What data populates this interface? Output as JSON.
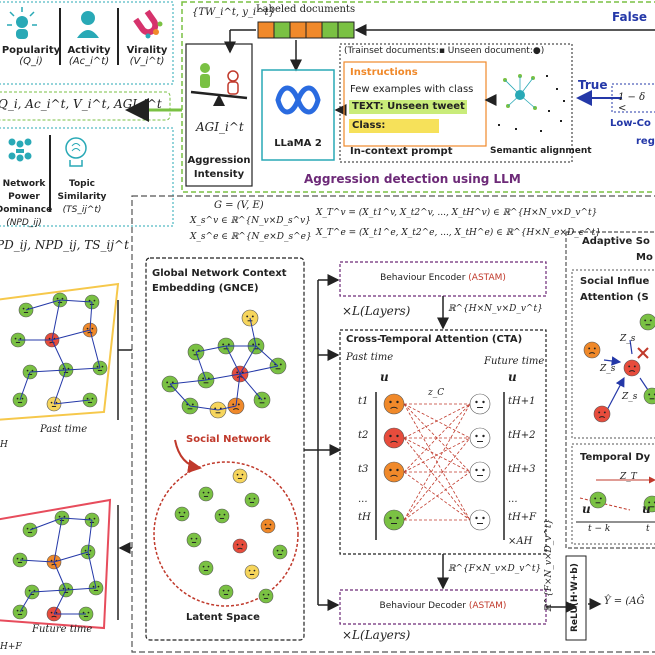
{
  "colors": {
    "green": "#7ac143",
    "orange": "#f0892a",
    "red": "#c0392b",
    "blue": "#2438a8",
    "purple": "#6d2a78",
    "teal": "#29a9b6",
    "yellow": "#f6e15a"
  },
  "top_left": {
    "popularity": "Popularity",
    "popularity_sym": "(Q_i)",
    "activity": "Activity",
    "activity_sym": "(Ac_i^t)",
    "virality": "Virality",
    "virality_sym": "(V_i^t)",
    "features": "Q_i, Ac_i^t, V_i^t, AGI_i^t",
    "network_power": "Network Power",
    "dominance": "Dominance",
    "npd_sym": "(NPD_ij)",
    "topic": "Topic",
    "similarity": "Similarity",
    "ts_sym": "(TS_ij^t)",
    "pair_features": "PD_ij, NPD_ij, TS_ij^t"
  },
  "llm": {
    "tw_label": "{TW_i^t, y_i^t}",
    "labeled_documents": "Labeled documents",
    "false_label": "False",
    "true_label": "True",
    "threshold": "1 − δ <",
    "low_co": "Low-Co",
    "reg": "reg",
    "agi": "AGI_i^t",
    "aggression": "Aggression",
    "intensity": "Intensity",
    "llama": "LLaMA 2",
    "legend": "(Trainset documents:▪ Unseen document:●)",
    "instructions": "Instructions",
    "few_examples": "Few examples with class",
    "text_unseen": "TEXT: Unseen tweet",
    "class": "Class:",
    "in_context": "In-context prompt",
    "semantic": "Semantic alignment",
    "title": "Aggression detection using LLM"
  },
  "middle": {
    "graph": "G = (V, E)",
    "xsv": "X_s^v ∈ ℝ^{N_v×D_s^v}",
    "xse": "X_s^e ∈ ℝ^{N_e×D_s^e}",
    "xtv": "X_T^v = (X_t1^v, X_t2^v, ..., X_tH^v) ∈ ℝ^{H×N_v×D_v^t}",
    "xte": "X_T^e = (X_t1^e, X_t2^e, ..., X_tH^e) ∈ ℝ^{H×N_e×D_e^t}",
    "gnce_title": "Global Network Context Embedding (GNCE)",
    "social_network": "Social Network",
    "latent_space": "Latent Space",
    "encoder": "Behaviour Encoder",
    "encoder_tag": "(ASTAM)",
    "layers_top": "×L(Layers)",
    "r_enc": "ℝ^{H×N_v×D_v^t}",
    "cta_title": "Cross-Temporal Attention (CTA)",
    "past_time": "Past time",
    "future_time": "Future time",
    "zc": "z_C",
    "ah": "×AH",
    "r_dec": "ℝ^{F×N_v×D_v^t}",
    "decoder": "Behaviour Decoder",
    "decoder_tag": "(ASTAM)",
    "layers_bottom": "×L(Layers)",
    "r_side": "ℝ^{F×N_v×D_v^t}",
    "relu": "ReLU(H·W+b)",
    "yhat": "Ŷ = (AĜ",
    "u": "u",
    "past_times": [
      "t1",
      "t2",
      "t3",
      "...",
      "tH"
    ],
    "future_times": [
      "tH+1",
      "tH+2",
      "tH+3",
      "...",
      "tH+F"
    ]
  },
  "right": {
    "adaptive": "Adaptive So",
    "mo": "Mo",
    "social_influence": "Social Influe",
    "attention": "Attention (S",
    "zs": "Z_s",
    "temporal": "Temporal Dy",
    "zt": "Z_T",
    "tk": "t − k",
    "t": "t"
  },
  "left": {
    "past_time": "Past time",
    "h": "H",
    "future_time": "Future time",
    "hf": "H+F"
  }
}
